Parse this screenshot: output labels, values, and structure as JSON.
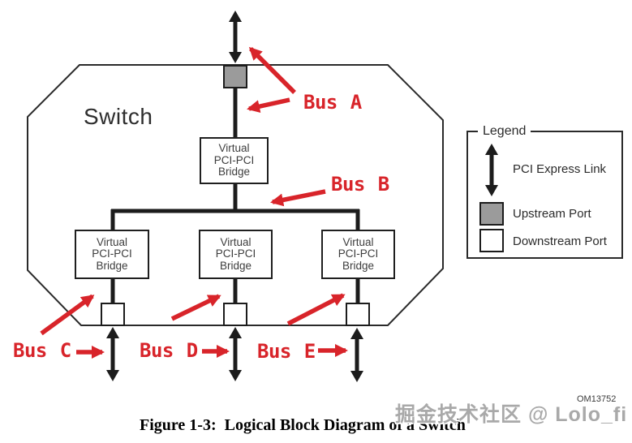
{
  "figure": {
    "switch_label": "Switch",
    "bridge_label": "Virtual\nPCI-PCI\nBridge",
    "buses": [
      {
        "id": "bus-a",
        "label": "Bus A"
      },
      {
        "id": "bus-b",
        "label": "Bus B"
      },
      {
        "id": "bus-c",
        "label": "Bus C"
      },
      {
        "id": "bus-d",
        "label": "Bus D"
      },
      {
        "id": "bus-e",
        "label": "Bus E"
      }
    ]
  },
  "legend": {
    "title": "Legend",
    "items": [
      {
        "symbol": "pci-express-link-arrow",
        "label": "PCI Express Link"
      },
      {
        "symbol": "upstream-port-square",
        "label": "Upstream Port"
      },
      {
        "symbol": "downstream-port-square",
        "label": "Downstream Port"
      }
    ]
  },
  "footer": {
    "drawing_number": "OM13752",
    "caption": "Figure 1-3:  Logical Block Diagram of a Switch",
    "watermark": "掘金技术社区 @ Lolo_fi"
  },
  "colors": {
    "arrow_red": "#d8242a",
    "upstream_gray": "#9b9b9b",
    "line_black": "#1c1c1c"
  }
}
